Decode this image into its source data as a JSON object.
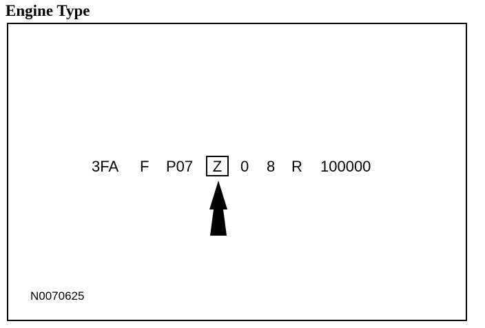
{
  "heading": "Engine Type",
  "vin": {
    "segments": [
      "3FA",
      "F",
      "P07",
      "Z",
      "0",
      "8",
      "R",
      "100000"
    ],
    "highlighted_index": 3
  },
  "figure_id": "N0070625",
  "icons": {
    "pointer": "up-arrow-icon"
  }
}
